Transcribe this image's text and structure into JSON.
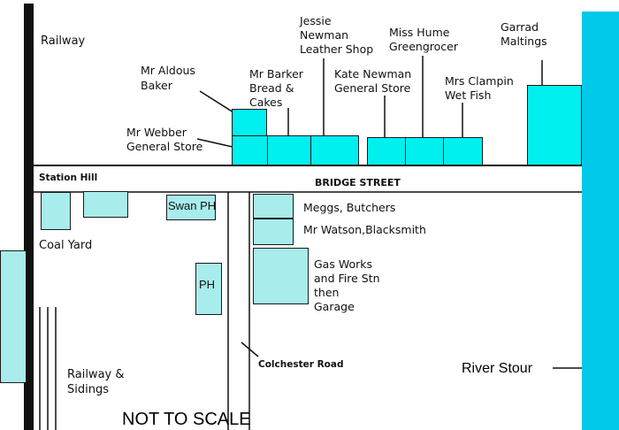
{
  "labels": {
    "railway": "Railway",
    "station_hill": "Station Hill",
    "bridge_street": "BRIDGE STREET",
    "coal_yard": "Coal Yard",
    "railway_sidings_1": "Railway &",
    "railway_sidings_2": "Sidings",
    "colchester_road": "Colchester Road",
    "river_stour": "River Stour",
    "not_to_scale": "NOT TO SCALE",
    "swan_ph": "Swan PH",
    "ph": "PH"
  },
  "north_side": {
    "aldous_1": "Mr Aldous",
    "aldous_2": "Baker",
    "webber_1": "Mr Webber",
    "webber_2": "General Store",
    "barker_1": "Mr Barker",
    "barker_2": "Bread &",
    "barker_3": "Cakes",
    "jessie_1": "Jessie",
    "jessie_2": "Newman",
    "jessie_3": "Leather Shop",
    "kate_1": "Kate Newman",
    "kate_2": "General Store",
    "hume_1": "Miss Hume",
    "hume_2": "Greengrocer",
    "clampin_1": "Mrs Clampin",
    "clampin_2": "Wet Fish",
    "garrad_1": "Garrad",
    "garrad_2": "Maltings"
  },
  "south_side": {
    "meggs": "Meggs, Butchers",
    "watson": "Mr Watson,Blacksmith",
    "gas_1": "Gas Works",
    "gas_2": "and Fire Stn",
    "gas_3": "then",
    "gas_4": "Garage"
  },
  "colors": {
    "building": "#00f0f0",
    "building_light": "#a8ecec",
    "river": "#00c8e8",
    "rail": "#111111"
  }
}
